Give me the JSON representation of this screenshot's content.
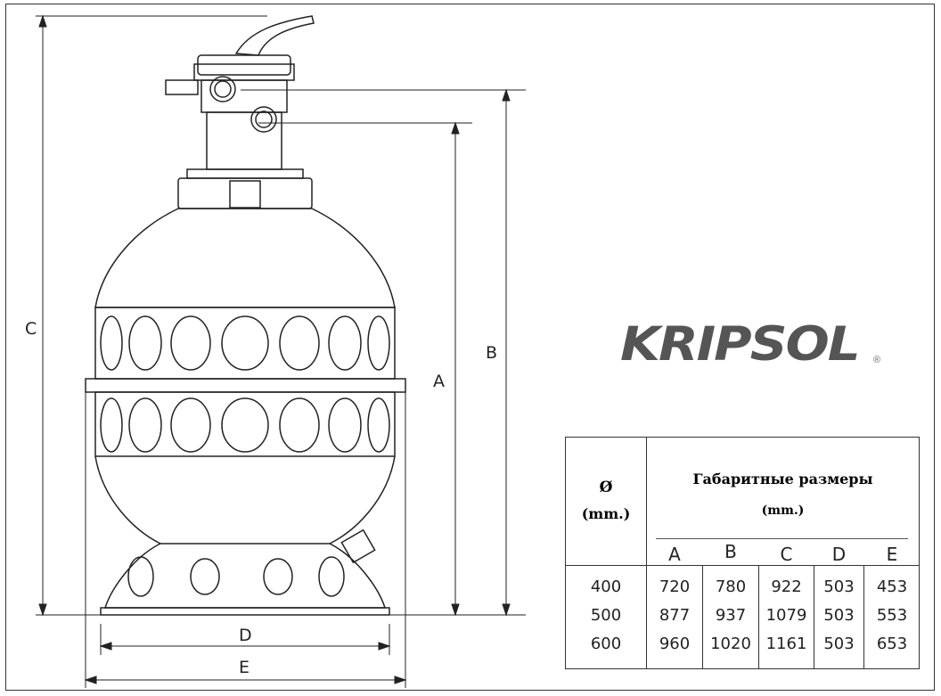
{
  "dimension_labels": {
    "A": "A",
    "B": "B",
    "C": "C",
    "D": "D",
    "E": "E"
  },
  "logo": {
    "text": "KRIPSOL",
    "registered": "®"
  },
  "table": {
    "diameter_header": "Ø",
    "diameter_unit": "(mm.)",
    "group_header": "Габаритные размеры",
    "group_unit": "(mm.)",
    "columns": [
      "A",
      "B",
      "C",
      "D",
      "E"
    ],
    "rows": [
      {
        "diameter": "400",
        "values": [
          "720",
          "780",
          "922",
          "503",
          "453"
        ]
      },
      {
        "diameter": "500",
        "values": [
          "877",
          "937",
          "1079",
          "503",
          "553"
        ]
      },
      {
        "diameter": "600",
        "values": [
          "960",
          "1020",
          "1161",
          "503",
          "653"
        ]
      }
    ]
  }
}
